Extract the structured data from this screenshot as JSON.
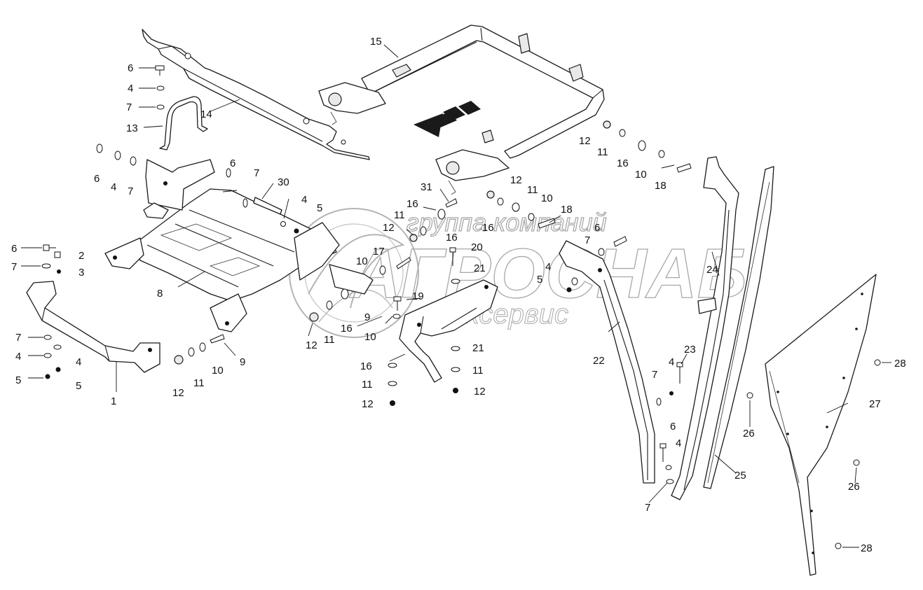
{
  "watermark": {
    "top": "группа компаний",
    "main": "АГРОСНАБ",
    "sub": "техсервис"
  },
  "callouts": [
    "1",
    "2",
    "3",
    "4",
    "5",
    "6",
    "7",
    "8",
    "9",
    "10",
    "11",
    "12",
    "13",
    "14",
    "15",
    "16",
    "17",
    "18",
    "19",
    "20",
    "21",
    "22",
    "23",
    "24",
    "25",
    "26",
    "27",
    "28",
    "30",
    "31"
  ],
  "colors": {
    "line": "#1a1a1a",
    "watermark": "#9a9a9a",
    "background": "#ffffff"
  }
}
